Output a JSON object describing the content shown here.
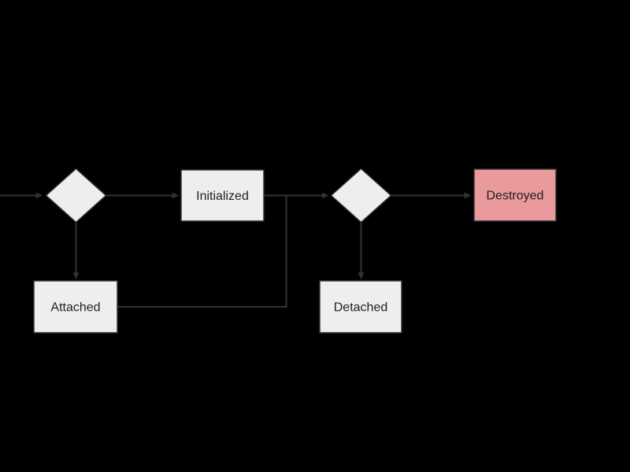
{
  "diagram": {
    "background_color": "#000000",
    "edge_color": "#333333",
    "border_color": "#333333",
    "text_color": "#1f1f1f",
    "default_fill": "#EDEFEF",
    "nodes": {
      "decision1": {
        "shape": "diamond",
        "label": "",
        "fill": "#EDEFEF"
      },
      "initialized": {
        "shape": "rectangle",
        "label": "Initialized",
        "fill": "#EDEFEF"
      },
      "attached": {
        "shape": "rectangle",
        "label": "Attached",
        "fill": "#EDEFEF"
      },
      "decision2": {
        "shape": "diamond",
        "label": "",
        "fill": "#EDEFEF"
      },
      "destroyed": {
        "shape": "rectangle",
        "label": "Destroyed",
        "fill": "#EA999C"
      },
      "detached": {
        "shape": "rectangle",
        "label": "Detached",
        "fill": "#EDEFEF"
      }
    },
    "edges": [
      {
        "from": "offscreen-left",
        "to": "decision1",
        "arrow": true
      },
      {
        "from": "decision1",
        "to": "initialized",
        "arrow": true
      },
      {
        "from": "decision1",
        "to": "attached",
        "arrow": true
      },
      {
        "from": "initialized",
        "to": "decision2",
        "arrow": true
      },
      {
        "from": "attached",
        "to": "decision2",
        "arrow": false
      },
      {
        "from": "decision2",
        "to": "destroyed",
        "arrow": true
      },
      {
        "from": "decision2",
        "to": "detached",
        "arrow": true
      }
    ]
  }
}
